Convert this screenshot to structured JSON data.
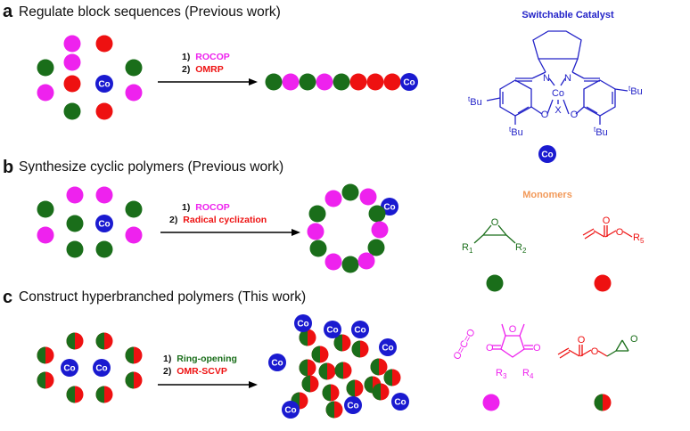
{
  "panel_a": {
    "letter": "a",
    "title": "Regulate block sequences  (Previous work)",
    "step1_num": "1)",
    "step1_text": "ROCOP",
    "step2_num": "2)",
    "step2_text": "OMRP"
  },
  "panel_b": {
    "letter": "b",
    "title": "Synthesize cyclic polymers  (Previous work)",
    "step1_num": "1)",
    "step1_text": "ROCOP",
    "step2_num": "2)",
    "step2_text": "Radical cyclization"
  },
  "panel_c": {
    "letter": "c",
    "title": "Construct hyperbranched polymers (This work)",
    "step1_num": "1)",
    "step1_text": "Ring-opening",
    "step2_num": "2)",
    "step2_text": "OMR-SCVP"
  },
  "co_label": "Co",
  "catalyst": {
    "title": "Switchable Catalyst",
    "n_left": "N",
    "n_right": "N",
    "o_left": "O",
    "o_right": "O",
    "co": "Co",
    "x": "X",
    "tbu_prefix": "t",
    "tbu": "Bu"
  },
  "monomers": {
    "title": "Monomers",
    "epoxide_r1": "R",
    "epoxide_r1_sub": "1",
    "epoxide_r2": "R",
    "epoxide_r2_sub": "2",
    "epoxide_o": "O",
    "acrylate_o_top": "O",
    "acrylate_o_ester": "O",
    "acrylate_r5": "R",
    "acrylate_r5_sub": "5",
    "co2": "O=C=O",
    "anhydride_r3": "R",
    "anhydride_r3_sub": "3",
    "anhydride_r4": "R",
    "anhydride_r4_sub": "4",
    "anhydride_o": "O",
    "ga_o": "O"
  },
  "colors": {
    "green": "#1a6e1a",
    "red": "#ee1111",
    "magenta": "#ee22ee",
    "blue": "#1a1ad0",
    "orange": "#f29a5a",
    "catalyst_blue": "#2323c8"
  }
}
